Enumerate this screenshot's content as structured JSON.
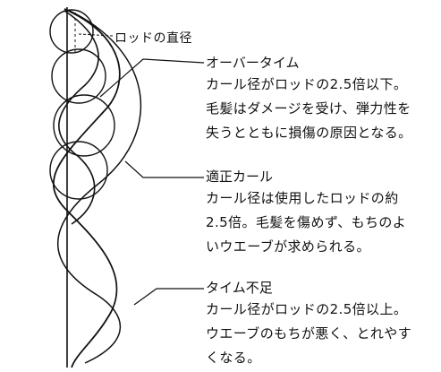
{
  "rod_label": "ロッドの直径",
  "annotations": [
    {
      "key": "overtime",
      "title": "オーバータイム",
      "lines": [
        "カール径がロッドの2.5倍以下。",
        "毛髪はダメージを受け、弾力性を",
        "失うとともに損傷の原因となる。"
      ]
    },
    {
      "key": "proper",
      "title": "適正カール",
      "lines": [
        "カール径は使用したロッドの約",
        "2.5倍。毛髪を傷めず、もちのよ",
        "いウエーブが求められる。"
      ]
    },
    {
      "key": "under",
      "title": "タイム不足",
      "lines": [
        "カール径がロッドの2.5倍以上。",
        "ウエーブのもちが悪く、とれやす",
        "くなる。"
      ]
    }
  ],
  "colors": {
    "ink": "#111111",
    "background": "#ffffff"
  }
}
